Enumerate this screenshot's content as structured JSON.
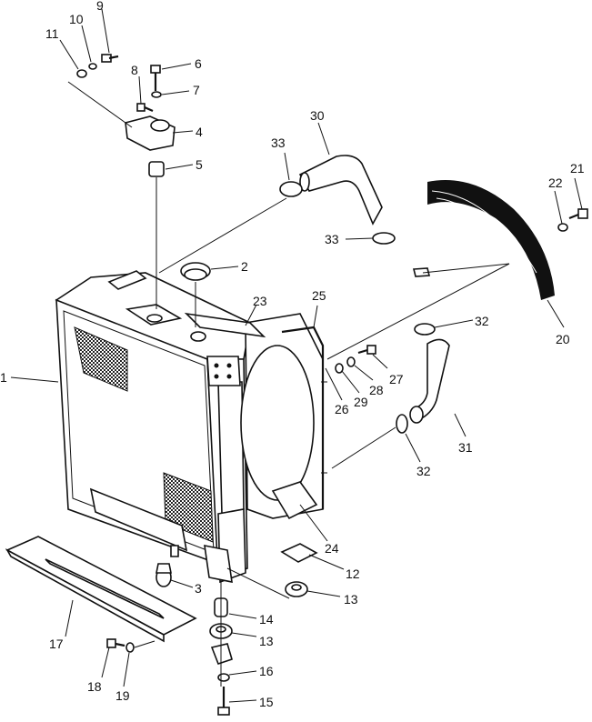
{
  "callouts": {
    "c1": "1",
    "c2": "2",
    "c3": "3",
    "c4": "4",
    "c5": "5",
    "c6": "6",
    "c7": "7",
    "c8": "8",
    "c9": "9",
    "c10": "10",
    "c11": "11",
    "c12": "12",
    "c13a": "13",
    "c13b": "13",
    "c14": "14",
    "c15": "15",
    "c16": "16",
    "c17": "17",
    "c18": "18",
    "c19": "19",
    "c20": "20",
    "c21": "21",
    "c22": "22",
    "c23": "23",
    "c24": "24",
    "c25": "25",
    "c26": "26",
    "c27": "27",
    "c28": "28",
    "c29": "29",
    "c30": "30",
    "c31": "31",
    "c32a": "32",
    "c32b": "32",
    "c33a": "33",
    "c33b": "33"
  }
}
